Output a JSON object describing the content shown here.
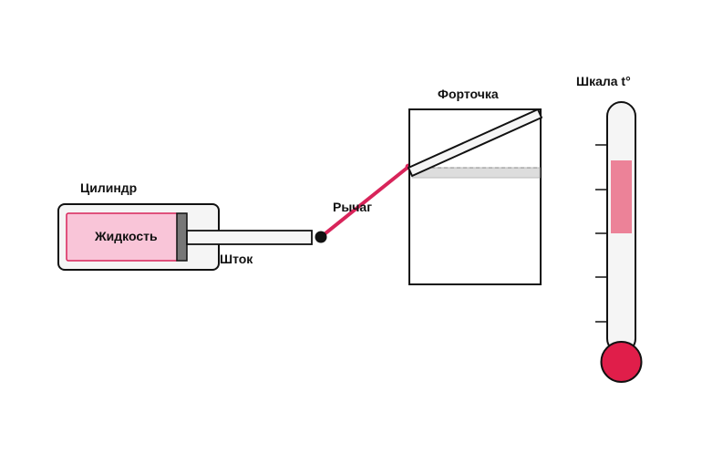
{
  "labels": {
    "cylinder": "Цилиндр",
    "liquid": "Жидкость",
    "rod": "Шток",
    "lever": "Рычаг",
    "window": "Форточка",
    "scale": "Шкала t°"
  },
  "colors": {
    "outline": "#111111",
    "panel": "#f5f5f5",
    "liquid_fill": "#f9c5d8",
    "liquid_border": "#d8245a",
    "piston": "#777777",
    "lever": "#d8245a",
    "pivot": "#111111",
    "window_closed_line": "#bbbbbb",
    "thermo_level": "#ec8298",
    "thermo_bulb": "#e01e4a"
  }
}
